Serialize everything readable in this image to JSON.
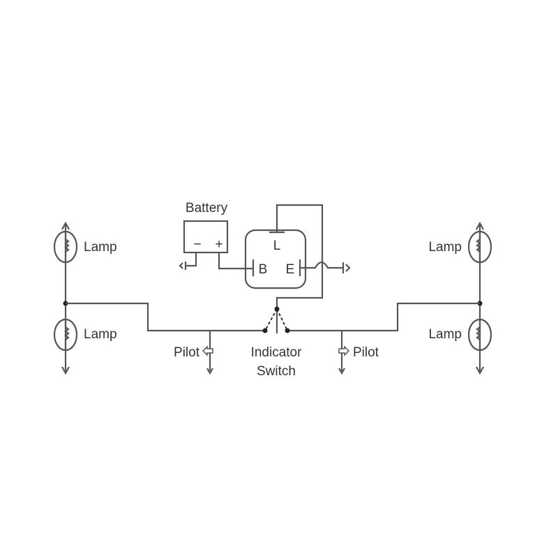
{
  "diagram": {
    "battery": {
      "label": "Battery",
      "minus": "−",
      "plus": "+"
    },
    "flasher": {
      "terminal_l": "L",
      "terminal_b": "B",
      "terminal_e": "E"
    },
    "lamps": {
      "left_top": "Lamp",
      "left_bottom": "Lamp",
      "right_top": "Lamp",
      "right_bottom": "Lamp"
    },
    "pilots": {
      "left": "Pilot",
      "right": "Pilot"
    },
    "switch": {
      "line1": "Indicator",
      "line2": "Switch"
    }
  }
}
